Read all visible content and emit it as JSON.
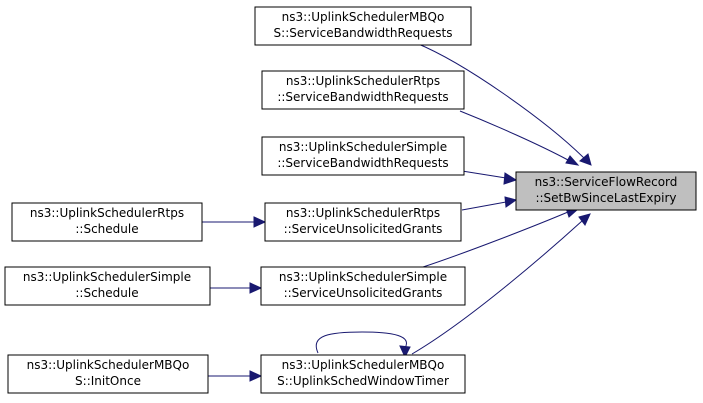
{
  "colors": {
    "edge": "#191970",
    "focus_fill": "#bfbfbf",
    "node_fill": "#ffffff",
    "node_border": "#000000"
  },
  "nodes": {
    "target": {
      "line1": "ns3::ServiceFlowRecord",
      "line2": "::SetBwSinceLastExpiry"
    },
    "mbqos_sbr": {
      "line1": "ns3::UplinkSchedulerMBQo",
      "line2": "S::ServiceBandwidthRequests"
    },
    "rtps_sbr": {
      "line1": "ns3::UplinkSchedulerRtps",
      "line2": "::ServiceBandwidthRequests"
    },
    "simple_sbr": {
      "line1": "ns3::UplinkSchedulerSimple",
      "line2": "::ServiceBandwidthRequests"
    },
    "rtps_sug": {
      "line1": "ns3::UplinkSchedulerRtps",
      "line2": "::ServiceUnsolicitedGrants"
    },
    "simple_sug": {
      "line1": "ns3::UplinkSchedulerSimple",
      "line2": "::ServiceUnsolicitedGrants"
    },
    "mbqos_timer": {
      "line1": "ns3::UplinkSchedulerMBQo",
      "line2": "S::UplinkSchedWindowTimer"
    },
    "rtps_schedule": {
      "line1": "ns3::UplinkSchedulerRtps",
      "line2": "::Schedule"
    },
    "simple_schedule": {
      "line1": "ns3::UplinkSchedulerSimple",
      "line2": "::Schedule"
    },
    "mbqos_initonce": {
      "line1": "ns3::UplinkSchedulerMBQo",
      "line2": "S::InitOnce"
    }
  }
}
